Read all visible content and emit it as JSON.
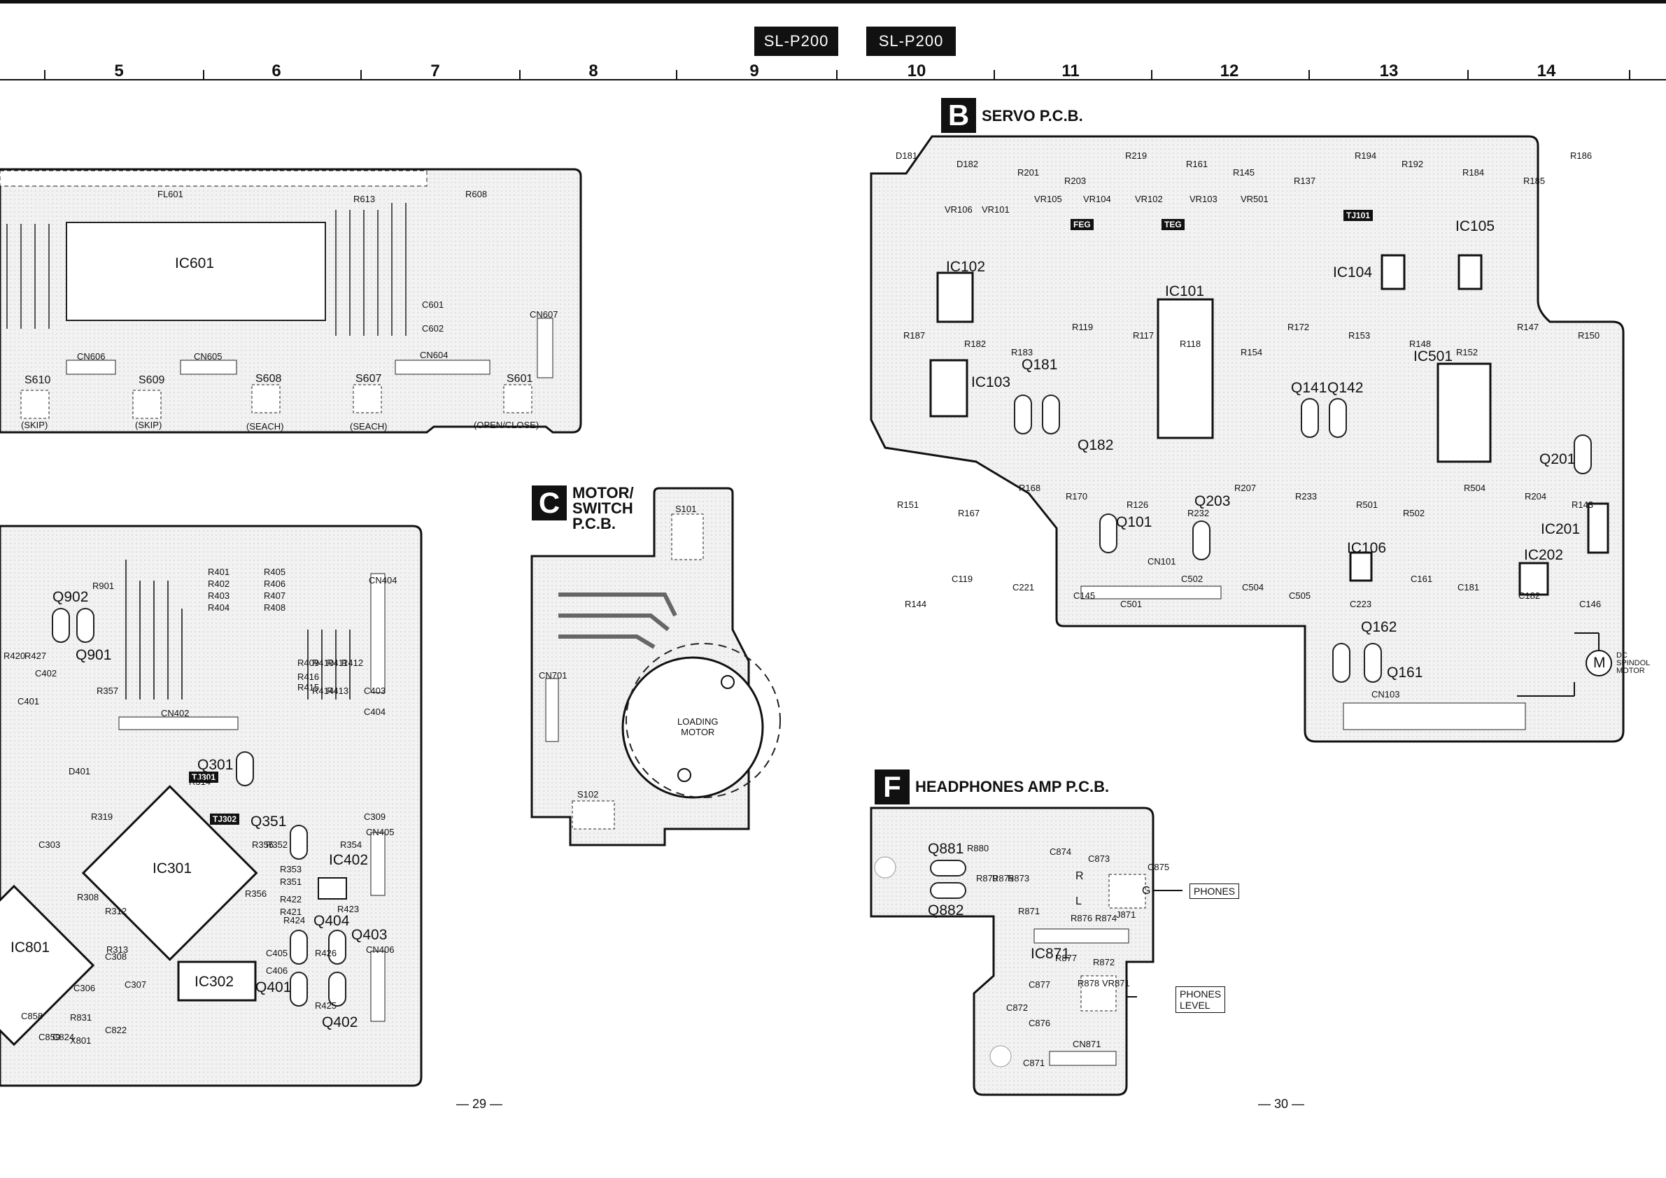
{
  "header": {
    "model_left": "SL-P200",
    "model_right": "SL-P200",
    "columns": [
      "5",
      "6",
      "7",
      "8",
      "9",
      "10",
      "11",
      "12",
      "13",
      "14"
    ]
  },
  "boards": {
    "servo": {
      "letter": "B",
      "title": "SERVO P.C.B."
    },
    "motor": {
      "letter": "C",
      "title_line1": "MOTOR/",
      "title_line2": "SWITCH",
      "title_line3": "P.C.B."
    },
    "headphones": {
      "letter": "F",
      "title": "HEADPHONES AMP P.C.B."
    }
  },
  "display_board": {
    "ic": "IC601",
    "fl": "FL601",
    "refs": [
      "R613",
      "R608",
      "C601",
      "C602",
      "CN607",
      "CN606",
      "CN605",
      "CN604"
    ],
    "switches": [
      {
        "ref": "S610",
        "label": "(SKIP)"
      },
      {
        "ref": "S609",
        "label": "(SKIP)"
      },
      {
        "ref": "S608",
        "label": "(SEACH)"
      },
      {
        "ref": "S607",
        "label": "(SEACH)"
      },
      {
        "ref": "S601",
        "label": "(OPEN/CLOSE)"
      }
    ]
  },
  "main_board": {
    "ics": [
      "IC301",
      "IC302",
      "IC801",
      "IC402"
    ],
    "transistors": [
      "Q902",
      "Q901",
      "Q301",
      "Q351",
      "Q404",
      "Q403",
      "Q401",
      "Q402"
    ],
    "connectors": [
      "CN404",
      "CN402",
      "CN405",
      "CN406"
    ],
    "tags": [
      "TJ301",
      "TJ302"
    ],
    "resistors": [
      "R401",
      "R402",
      "R403",
      "R404",
      "R405",
      "R406",
      "R407",
      "R408",
      "R409",
      "R410",
      "R411",
      "R412",
      "R413",
      "R414",
      "R415",
      "R416",
      "R420",
      "R427",
      "R357",
      "R314",
      "R319",
      "R308",
      "R312",
      "R313",
      "R355",
      "R352",
      "R353",
      "R351",
      "R354",
      "R356",
      "R422",
      "R421",
      "R423",
      "R424",
      "R426",
      "R425",
      "R901",
      "R831"
    ],
    "caps": [
      "C402",
      "C401",
      "C403",
      "C404",
      "C309",
      "C303",
      "C308",
      "C307",
      "C306",
      "C405",
      "C406",
      "C858",
      "C859",
      "C824",
      "C822"
    ],
    "misc": [
      "D401",
      "X801"
    ]
  },
  "motor_board": {
    "switches": [
      "S101",
      "S102"
    ],
    "connector": "CN701",
    "motor_line1": "LOADING",
    "motor_line2": "MOTOR"
  },
  "servo_board": {
    "ics": [
      "IC101",
      "IC102",
      "IC103",
      "IC104",
      "IC105",
      "IC106",
      "IC201",
      "IC202",
      "IC501"
    ],
    "transistors": [
      "Q181",
      "Q182",
      "Q101",
      "Q203",
      "Q141",
      "Q142",
      "Q162",
      "Q161",
      "Q201"
    ],
    "vrs": [
      "VR105",
      "VR104",
      "VR102",
      "VR103",
      "VR501",
      "VR106",
      "VR101"
    ],
    "tags": [
      "FEG",
      "TEG",
      "TJ101"
    ],
    "connectors": [
      "CN101",
      "CN103"
    ],
    "misc": [
      "D181",
      "D182",
      "R201",
      "R203",
      "R219",
      "R161",
      "R145",
      "R137",
      "R194",
      "R192",
      "R184",
      "R185",
      "R186",
      "R187",
      "R182",
      "R183",
      "R119",
      "R117",
      "R118",
      "R154",
      "R172",
      "R153",
      "R148",
      "R152",
      "R147",
      "R150",
      "R151",
      "R167",
      "R168",
      "R170",
      "R126",
      "R232",
      "R207",
      "R233",
      "R501",
      "R502",
      "R504",
      "R204",
      "R143",
      "R144",
      "C119",
      "C221",
      "C145",
      "C501",
      "C502",
      "C504",
      "C505",
      "C223",
      "C161",
      "C181",
      "C182",
      "C146"
    ],
    "motor_mark": "M",
    "motor_label_line1": "DC",
    "motor_label_line2": "SPINDOL",
    "motor_label_line3": "MOTOR"
  },
  "hp_board": {
    "ic": "IC871",
    "transistors": [
      "Q881",
      "Q882"
    ],
    "refs": [
      "R880",
      "R879",
      "R875",
      "R873",
      "R871",
      "R876",
      "R874",
      "R877",
      "R872",
      "R878",
      "C874",
      "C873",
      "C875",
      "C872",
      "C876",
      "C877",
      "C871",
      "CN871",
      "J871",
      "VR871"
    ],
    "phones": "PHONES",
    "phones_level_line1": "PHONES",
    "phones_level_line2": "LEVEL",
    "marks": [
      "R",
      "L",
      "G"
    ]
  },
  "pages": {
    "left": "— 29 —",
    "right": "— 30 —"
  }
}
